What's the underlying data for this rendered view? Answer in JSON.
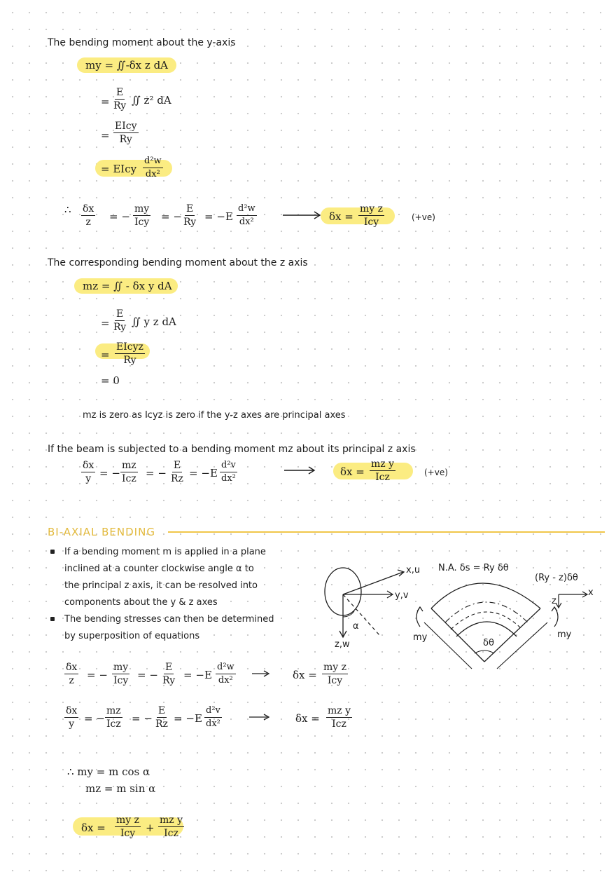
{
  "s1": {
    "intro": "The bending moment about the y-axis",
    "eq1": "my = ∬-δx z dA",
    "eq2_pre": "=",
    "eq2_num": "E",
    "eq2_den": "Ry",
    "eq2_post": "∬ z² dA",
    "eq3_num": "EIcy",
    "eq3_den": "Ry",
    "eq4_pre": "= EIcy",
    "eq4_num": "d²w",
    "eq4_den": "dx²",
    "chain_therefore": "∴",
    "chain_f1_num": "δx",
    "chain_f1_den": "z",
    "chain_f2_num": "my",
    "chain_f2_den": "Icy",
    "chain_f3_num": "E",
    "chain_f3_den": "Ry",
    "chain_f4_num": "d²w",
    "chain_f4_den": "dx²",
    "chain_E": "E",
    "result_pre": "δx =",
    "result_num": "my z",
    "result_den": "Icy",
    "result_note": "(+ve)"
  },
  "s2": {
    "intro": "The corresponding bending moment about the z axis",
    "eq1": "mz = ∬ - δx y dA",
    "eq2_num": "E",
    "eq2_den": "Ry",
    "eq2_post": "∬ y z dA",
    "eq3_num": "EIcyz",
    "eq3_den": "Ry",
    "eq4": "= 0",
    "note": "mz is zero as Icyz is zero if the y-z axes are principal axes"
  },
  "s3": {
    "intro": "If the beam is subjected to a bending moment mz about its principal z axis",
    "f1_num": "δx",
    "f1_den": "y",
    "f2_num": "mz",
    "f2_den": "Icz",
    "f3_num": "E",
    "f3_den": "Rz",
    "f4_num": "d²v",
    "f4_den": "dx²",
    "E": "E",
    "result_pre": "δx =",
    "result_num": "mz y",
    "result_den": "Icz",
    "result_note": "(+ve)"
  },
  "biaxial": {
    "title": "BI-AXIAL BENDING",
    "b1_lines": [
      "If a bending moment m is applied in a plane",
      "inclined at a counter clockwise angle α to",
      "the principal z axis, it can be resolved into",
      "components about the y & z axes"
    ],
    "b2_lines": [
      "The bending stresses can then be determined",
      "by superposition of equations"
    ],
    "eqA_f1_num": "δx",
    "eqA_f1_den": "z",
    "eqA_f2_num": "my",
    "eqA_f2_den": "Icy",
    "eqA_f3_num": "E",
    "eqA_f3_den": "Ry",
    "eqA_f4_num": "d²w",
    "eqA_f4_den": "dx²",
    "eqA_res_pre": "δx =",
    "eqA_res_num": "my z",
    "eqA_res_den": "Icy",
    "eqB_f1_num": "δx",
    "eqB_f1_den": "y",
    "eqB_f2_num": "mz",
    "eqB_f2_den": "Icz",
    "eqB_f3_num": "E",
    "eqB_f3_den": "Rz",
    "eqB_f4_num": "d²v",
    "eqB_f4_den": "dx²",
    "eqB_res_pre": "δx =",
    "eqB_res_num": "mz y",
    "eqB_res_den": "Icz",
    "E": "E",
    "my_line": "∴ my = m cos α",
    "mz_line": "mz = m sin α",
    "final_pre": "δx =",
    "final_n1": "my z",
    "final_d1": "Icy",
    "final_plus": "+",
    "final_n2": "mz y",
    "final_d2": "Icz"
  },
  "diagram1": {
    "xu": "x,u",
    "yv": "y,v",
    "zw": "z,w",
    "alpha": "α"
  },
  "diagram2": {
    "na": "N.A. δs = Ry δθ",
    "arc_label": "(Ry - z)δθ",
    "x": "x",
    "z": "z",
    "my_left": "my",
    "my_right": "my",
    "dtheta": "δθ"
  }
}
